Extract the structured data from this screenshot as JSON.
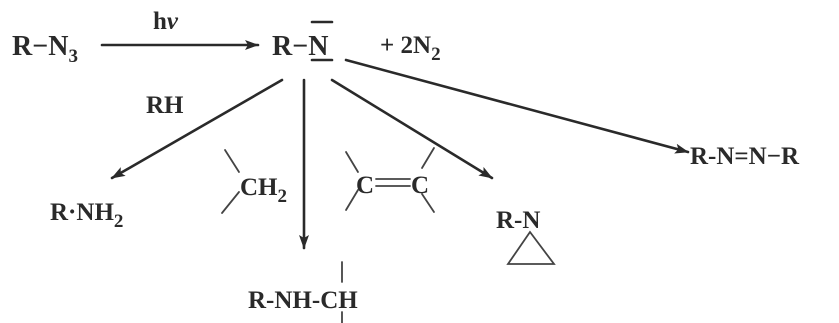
{
  "reactant": {
    "r": "R",
    "dash": "−",
    "n": "N",
    "n_sub": "3"
  },
  "condition": {
    "h": "h",
    "nu": "ν"
  },
  "nitrene": {
    "r": "R",
    "dash": "−",
    "n": "N"
  },
  "byproduct": {
    "plus": "+ 2N",
    "sub": "2"
  },
  "rh_label": "RH",
  "amine": {
    "text": "R·NH",
    "sub": "2"
  },
  "ch2_reagent": {
    "text": "CH",
    "sub": "2"
  },
  "alkene_reagent": {
    "c1": "C",
    "c2": "C"
  },
  "insertion_product": {
    "text": "R-NH-",
    "ch": "CH"
  },
  "aziridine": {
    "text": "R-N"
  },
  "azo_product": {
    "text": "R-N=N−R"
  }
}
